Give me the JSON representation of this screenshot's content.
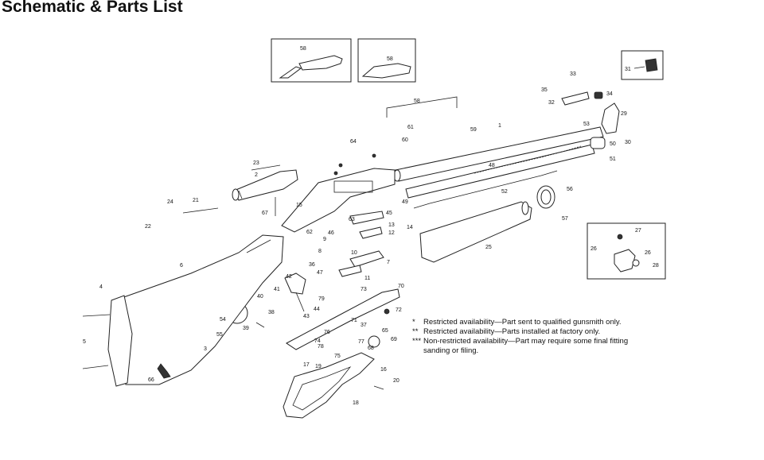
{
  "title": "Schematic & Parts List",
  "callouts": {
    "c1": "1",
    "c2": "2",
    "c3": "3",
    "c4": "4",
    "c5": "5",
    "c6": "6",
    "c7": "7",
    "c8": "8",
    "c9": "9",
    "c10": "10",
    "c11": "11",
    "c12": "12",
    "c13": "13",
    "c14": "14",
    "c15": "15",
    "c16": "16",
    "c17": "17",
    "c18": "18",
    "c19": "19",
    "c20": "20",
    "c21": "21",
    "c22": "22",
    "c23": "23",
    "c24": "24",
    "c25": "25",
    "c26a": "26",
    "c26b": "26",
    "c27": "27",
    "c28": "28",
    "c29": "29",
    "c30": "30",
    "c31": "31",
    "c32": "32",
    "c33": "33",
    "c34": "34",
    "c35": "35",
    "c36": "36",
    "c37": "37",
    "c38": "38",
    "c39": "39",
    "c40": "40",
    "c41": "41",
    "c42": "42",
    "c43": "43",
    "c44": "44",
    "c45": "45",
    "c46": "46",
    "c47": "47",
    "c48": "48",
    "c49": "49",
    "c50": "50",
    "c51": "51",
    "c52": "52",
    "c53": "53",
    "c54": "54",
    "c55": "55",
    "c56": "56",
    "c57": "57",
    "c58a": "58",
    "c58b": "58",
    "c58c": "58",
    "c59": "59",
    "c60": "60",
    "c61": "61",
    "c62": "62",
    "c63": "63",
    "c64": "64",
    "c65": "65",
    "c66": "66",
    "c67": "67",
    "c68": "68",
    "c69": "69",
    "c70": "70",
    "c71": "71",
    "c72": "72",
    "c73": "73",
    "c74": "74",
    "c75": "75",
    "c76": "76",
    "c77": "77",
    "c78": "78",
    "c79": "79"
  },
  "legend": [
    {
      "symbol": "*",
      "text": "Restricted availability—Part sent to qualified gunsmith only."
    },
    {
      "symbol": "**",
      "text": "Restricted availability—Parts installed at factory only."
    },
    {
      "symbol": "***",
      "text": "Non-restricted availability—Part may require some final fitting\nsanding or filing."
    }
  ]
}
